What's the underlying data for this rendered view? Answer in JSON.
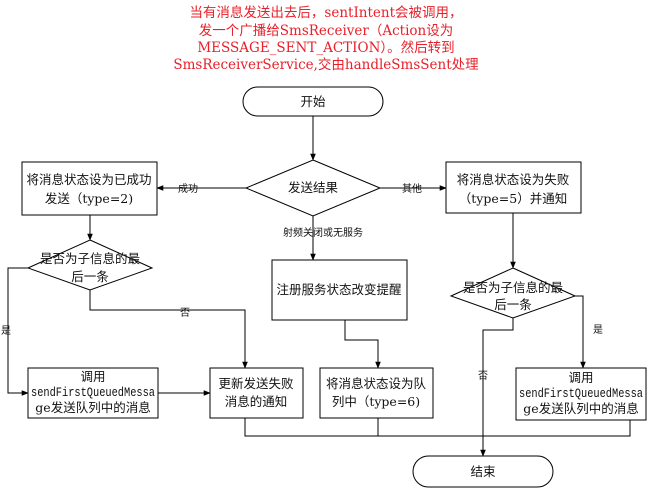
{
  "header": {
    "lines": [
      "当有消息发送出去后，sentIntent会被调用，",
      "发一个广播给SmsReceiver（Action设为",
      "MESSAGE_SENT_ACTION）。然后转到",
      "SmsReceiverService,交由handleSmsSent处理"
    ]
  },
  "nodes": {
    "start": "开始",
    "result": "发送结果",
    "success_state": {
      "l1": "将消息状态设为已成功",
      "l2": "发送（type=2)"
    },
    "fail_state": {
      "l1": "将消息状态设为失败",
      "l2": "（type=5）并通知"
    },
    "radio_notify": "注册服务状态改变提醒",
    "queue_state": {
      "l1": "将消息状态设为队",
      "l2": "列中（type=6)"
    },
    "left_child_q": {
      "l1": "是否为子信息的最",
      "l2": "后一条"
    },
    "right_child_q": {
      "l1": "是否为子信息的最",
      "l2": "后一条"
    },
    "update_fail": {
      "l1": "更新发送失败",
      "l2": "消息的通知"
    },
    "left_send_next": {
      "l1": "调用",
      "l2": "sendFirstQueuedMessa",
      "l3": "ge发送队列中的消息"
    },
    "right_send_next": {
      "l1": "调用",
      "l2": "sendFirstQueuedMessa",
      "l3": "ge发送队列中的消息"
    },
    "end": "结束"
  },
  "edges": {
    "success": "成功",
    "other": "其他",
    "radio_off": "射频关闭或无服务",
    "left_no": "否",
    "left_yes": "是",
    "right_yes": "是",
    "right_no": "否"
  }
}
